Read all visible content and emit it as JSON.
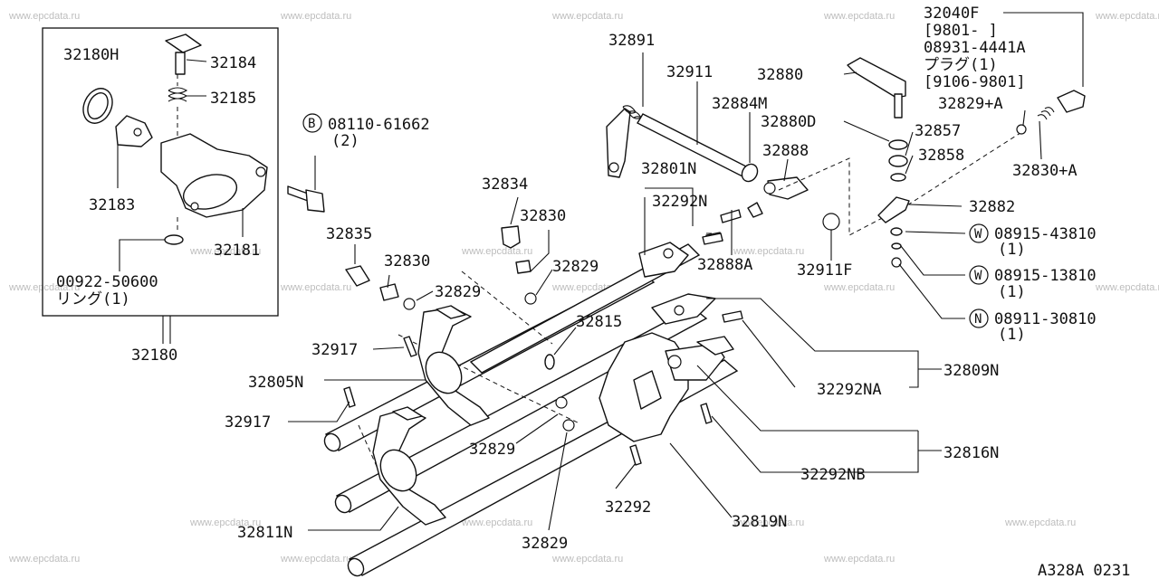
{
  "watermark": "www.epcdata.ru",
  "diagram_code": "A328A 0231",
  "labels": {
    "p32180H": "32180H",
    "p32184": "32184",
    "p32185": "32185",
    "p32183": "32183",
    "p32181": "32181",
    "p00922": "00922-50600",
    "ring": "リング(1)",
    "p32180": "32180",
    "bolt_circle": "B",
    "bolt_part": "08110-61662",
    "bolt_qty": "(2)",
    "p32891": "32891",
    "p32911": "32911",
    "p32884M": "32884M",
    "p32880": "32880",
    "p32880D": "32880D",
    "p32888": "32888",
    "p32857": "32857",
    "p32858": "32858",
    "p32040F": "32040F",
    "p32040F_range": "[9801-     ]",
    "p08931": "08931-4441A",
    "plug": "プラグ(1)",
    "plug_range": "[9106-9801]",
    "p32829A": "32829+A",
    "p32830A": "32830+A",
    "p32882": "32882",
    "w_circle1": "W",
    "w1_part": "08915-43810",
    "w1_qty": "(1)",
    "w_circle2": "W",
    "w2_part": "08915-13810",
    "w2_qty": "(1)",
    "n_circle": "N",
    "n_part": "08911-30810",
    "n_qty": "(1)",
    "p32801N": "32801N",
    "p32292N": "32292N",
    "p32888A": "32888A",
    "p32911F": "32911F",
    "p32834": "32834",
    "p32830a": "32830",
    "p32835": "32835",
    "p32830b": "32830",
    "p32829a": "32829",
    "p32829b": "32829",
    "p32815": "32815",
    "p32917a": "32917",
    "p32805N": "32805N",
    "p32917b": "32917",
    "p32809N": "32809N",
    "p32292NA": "32292NA",
    "p32829c": "32829",
    "p32816N": "32816N",
    "p32292NB": "32292NB",
    "p32292": "32292",
    "p32811N": "32811N",
    "p32819N": "32819N",
    "p32829d": "32829"
  }
}
